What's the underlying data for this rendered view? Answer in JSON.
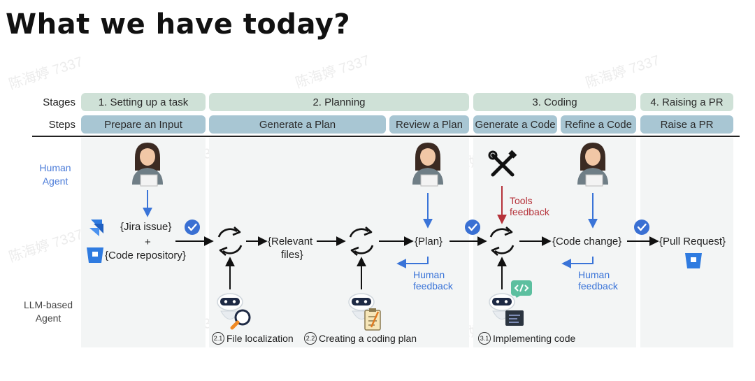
{
  "title": "What we have today?",
  "row_labels": {
    "stages": "Stages",
    "steps": "Steps"
  },
  "stages": [
    "1. Setting up a task",
    "2. Planning",
    "3. Coding",
    "4. Raising a PR"
  ],
  "steps": [
    "Prepare an Input",
    "Generate a Plan",
    "Review a Plan",
    "Generate a Code",
    "Refine a Code",
    "Raise a PR"
  ],
  "side_labels": {
    "human": "Human Agent",
    "llm": "LLM-based Agent"
  },
  "nodes": {
    "jira": "{Jira issue}",
    "plus": "+",
    "repo": "{Code repository}",
    "relevant_1": "{Relevant",
    "relevant_2": "files}",
    "plan": "{Plan}",
    "code_change": "{Code change}",
    "pull_request": "{Pull Request}"
  },
  "feedback": {
    "tools_1": "Tools",
    "tools_2": "feedback",
    "human_1": "Human",
    "human_2": "feedback"
  },
  "captions": [
    {
      "num": "2.1",
      "text": "File localization"
    },
    {
      "num": "2.2",
      "text": "Creating a coding plan"
    },
    {
      "num": "3.1",
      "text": "Implementing code"
    }
  ],
  "watermark": "陈海婷 7337",
  "colors": {
    "stage_pill": "#cfe1d7",
    "step_pill": "#a8c6d3",
    "human_blue": "#3a74d8",
    "tools_red": "#b5323a"
  },
  "icons": [
    "person-icon",
    "tools-icon",
    "jira-icon",
    "repo-icon",
    "check-icon",
    "cycle-icon",
    "robot-icon",
    "magnifier-icon",
    "clipboard-icon",
    "code-bubble-icon",
    "terminal-icon",
    "bucket-icon"
  ]
}
